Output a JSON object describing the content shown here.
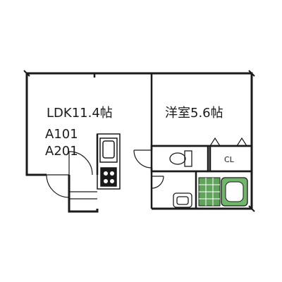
{
  "rooms": {
    "ldk": {
      "name": "LDK11.4帖"
    },
    "western": {
      "name": "洋室5.6帖"
    },
    "closet": {
      "name": "CL"
    }
  },
  "units": [
    "A101",
    "A201"
  ],
  "colors": {
    "wall": "#1a1a1a",
    "bath_fill": "#5fa45a",
    "tub_fill": "#6fb86a",
    "line": "#222222"
  }
}
